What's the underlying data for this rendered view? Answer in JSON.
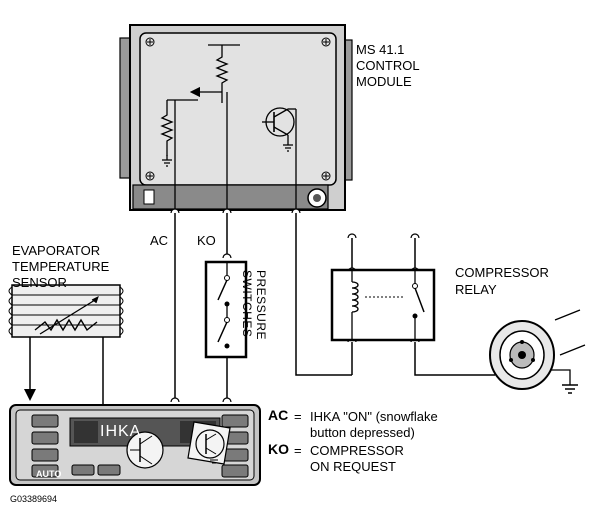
{
  "module": {
    "line1": "MS 41.1",
    "line2": "CONTROL",
    "line3": "MODULE"
  },
  "wires": {
    "ac": "AC",
    "ko": "KO"
  },
  "sensor": {
    "line1": "EVAPORATOR",
    "line2": "TEMPERATURE",
    "line3": "SENSOR"
  },
  "pressure_switches": {
    "line1": "PRESSURE",
    "line2": "SWITCHES"
  },
  "relay": {
    "line1": "COMPRESSOR",
    "line2": "RELAY"
  },
  "ihka_panel": {
    "display_text": "IHKA",
    "auto_button": "AUTO"
  },
  "legend": {
    "ac_key": "AC",
    "ac_eq": "=",
    "ac_line1": "IHKA \"ON\" (snowflake",
    "ac_line2": "button depressed)",
    "ko_key": "KO",
    "ko_eq": "=",
    "ko_line1": "COMPRESSOR",
    "ko_line2": "ON REQUEST"
  },
  "figure_id": "G03389694",
  "colors": {
    "module_fill": "#d9d9d9",
    "panel_fill": "#c8c8c8",
    "line": "#000000"
  }
}
